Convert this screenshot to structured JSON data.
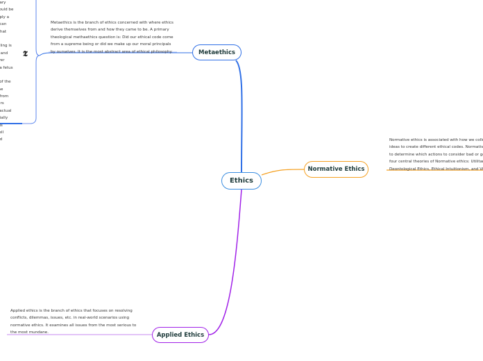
{
  "central": {
    "label": "Ethics",
    "color": "#3a8de0"
  },
  "branches": [
    {
      "label": "Metaethics",
      "color": "#2f6fe6",
      "note": "Metaethics is the branch of ethics concerned with where ethics derive themselves from and how they came to be. A primary theological methaethics question is: Did our ethical code come from a supreme being or did we make up our moral principals by ourselves. It is the most abstract area of ethical philosophy."
    },
    {
      "label": "Normative Ethics",
      "color": "#f5a020",
      "note": "Normative ethics is associated with how we colle ideas to create different ethical codes. Normativ to determine which actions to consider bad or go four central theories of Normative ethics: Utilitar Deontological Ethics, Ethical Intuitionism, and Vir"
    },
    {
      "label": "Applied Ethics",
      "color": "#a020e8",
      "note": "Applied ethics is the branch of ethics that focuses on resolving conflicts, dilemmas, issues, etc. in real-world scenarios using normative ethics. It examines all issues from the most serious to the most mundane."
    }
  ],
  "left_note_lines": [
    "mary",
    "would be",
    "mply a",
    "e can",
    "f that",
    "n",
    "killing is",
    "ll, and",
    "ever",
    "g a fetus",
    "",
    "e of the",
    "one",
    "e from",
    "kers",
    "e actual",
    "ntially",
    "n is",
    "well",
    "ard"
  ],
  "left_icon": "newspaper-t-icon"
}
